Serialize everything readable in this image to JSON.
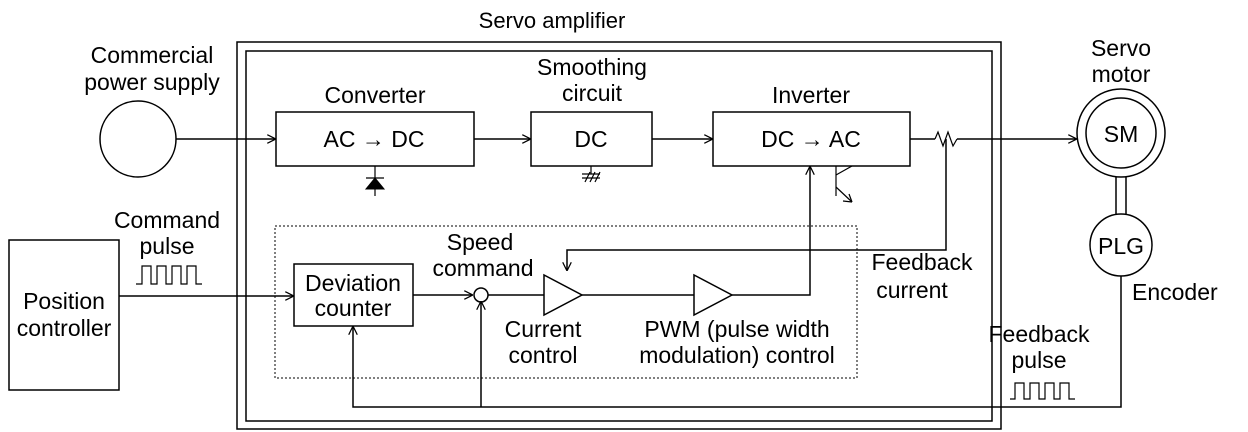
{
  "diagram": {
    "title": "Servo amplifier",
    "power_supply": {
      "line1": "Commercial",
      "line2": "power supply"
    },
    "converter": {
      "title": "Converter",
      "label": "AC → DC"
    },
    "smoothing": {
      "line1": "Smoothing",
      "line2": "circuit",
      "label": "DC"
    },
    "inverter": {
      "title": "Inverter",
      "label": "DC → AC"
    },
    "servo_motor": {
      "line1": "Servo",
      "line2": "motor",
      "label": "SM"
    },
    "encoder": {
      "label": "PLG",
      "name": "Encoder"
    },
    "command_pulse": {
      "line1": "Command",
      "line2": "pulse"
    },
    "position_controller": {
      "line1": "Position",
      "line2": "controller"
    },
    "deviation_counter": {
      "line1": "Deviation",
      "line2": "counter"
    },
    "speed_command": {
      "line1": "Speed",
      "line2": "command"
    },
    "current_control": {
      "line1": "Current",
      "line2": "control"
    },
    "pwm_control": {
      "line1": "PWM (pulse width",
      "line2": "modulation) control"
    },
    "feedback_current": {
      "line1": "Feedback",
      "line2": "current"
    },
    "feedback_pulse": {
      "line1": "Feedback",
      "line2": "pulse"
    }
  }
}
